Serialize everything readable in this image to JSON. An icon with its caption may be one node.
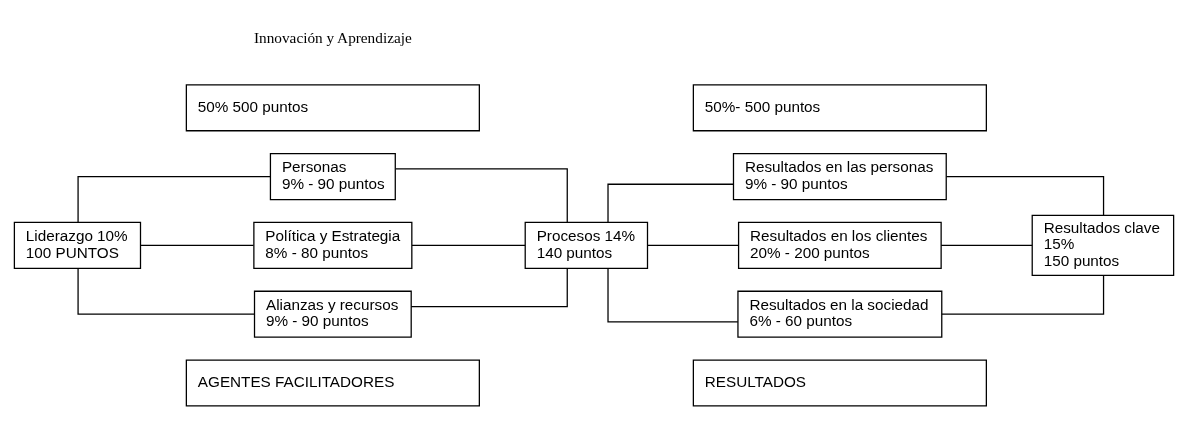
{
  "diagram": {
    "nodes": [
      {
        "text": [
          "AGENTES FACILITADORES"
        ]
      },
      {
        "text": [
          "RESULTADOS"
        ]
      },
      {
        "text": [
          "Liderazgo 10%",
          "100 PUNTOS"
        ]
      },
      {
        "text": [
          "Personas",
          "9% - 90 puntos"
        ]
      },
      {
        "text": [
          "Política y Estrategia",
          "8% - 80 puntos"
        ]
      },
      {
        "text": [
          "Alianzas y recursos",
          "9% - 90 puntos"
        ]
      },
      {
        "text": [
          "Procesos 14%",
          "140 puntos"
        ]
      },
      {
        "text": [
          "Resultados en las personas",
          "9% - 90 puntos"
        ]
      },
      {
        "text": [
          "Resultados en los clientes",
          "20% - 200 puntos"
        ]
      },
      {
        "text": [
          "Resultados en la sociedad",
          "6% - 60 puntos"
        ]
      },
      {
        "text": [
          "Resultados clave",
          "15%",
          "150 puntos"
        ]
      },
      {
        "text": [
          "50% 500 puntos"
        ]
      },
      {
        "text": [
          "50%- 500 puntos"
        ]
      }
    ],
    "edges": [
      {
        "from": 2,
        "to": 3,
        "arrow": "none"
      },
      {
        "from": 2,
        "to": 4,
        "arrow": "none"
      },
      {
        "from": 2,
        "to": 5,
        "arrow": "none"
      },
      {
        "from": 3,
        "to": 6,
        "arrow": "none"
      },
      {
        "from": 4,
        "to": 6,
        "arrow": "none"
      },
      {
        "from": 5,
        "to": 6,
        "arrow": "none"
      },
      {
        "from": 6,
        "to": 7,
        "arrow": "none"
      },
      {
        "from": 6,
        "to": 8,
        "arrow": "none"
      },
      {
        "from": 6,
        "to": 9,
        "arrow": "none"
      },
      {
        "from": 7,
        "to": 10,
        "arrow": "none"
      },
      {
        "from": 8,
        "to": 10,
        "arrow": "none"
      },
      {
        "from": 9,
        "to": 10,
        "arrow": "none"
      }
    ],
    "labels": [
      "Innovación y Aprendizaje"
    ]
  }
}
